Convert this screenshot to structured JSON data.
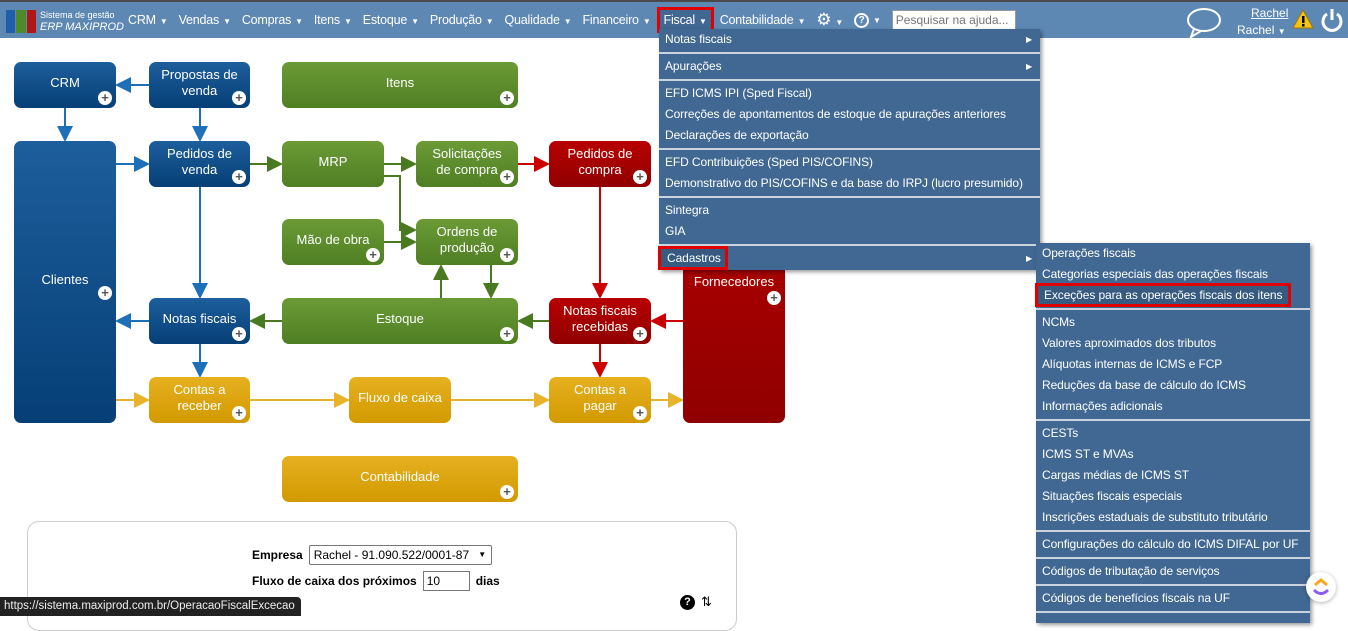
{
  "brand": {
    "line1": "Sistema de gestão",
    "line2": "ERP MAXIPROD"
  },
  "nav": [
    "CRM",
    "Vendas",
    "Compras",
    "Itens",
    "Estoque",
    "Produção",
    "Qualidade",
    "Financeiro",
    "Fiscal",
    "Contabilidade"
  ],
  "search_placeholder": "Pesquisar na ajuda...",
  "user": {
    "name": "Rachel",
    "company": "Rachel"
  },
  "fiscal_menu": [
    "Notas fiscais",
    "Apurações",
    "EFD ICMS IPI (Sped Fiscal)",
    "Correções de apontamentos de estoque de apurações anteriores",
    "Declarações de exportação",
    "EFD Contribuições (Sped PIS/COFINS)",
    "Demonstrativo do PIS/COFINS e da base do IRPJ (lucro presumido)",
    "Sintegra",
    "GIA",
    "Cadastros"
  ],
  "cadastros_menu": [
    "Operações fiscais",
    "Categorias especiais das operações fiscais",
    "Exceções para as operações fiscais dos itens",
    "NCMs",
    "Valores aproximados dos tributos",
    "Alíquotas internas de ICMS e FCP",
    "Reduções da base de cálculo do ICMS",
    "Informações adicionais",
    "CESTs",
    "ICMS ST e MVAs",
    "Cargas médias de ICMS ST",
    "Situações fiscais especiais",
    "Inscrições estaduais de substituto tributário",
    "Configurações do cálculo do ICMS DIFAL por UF",
    "Códigos de tributação de serviços",
    "Códigos de benefícios fiscais na UF"
  ],
  "diagram": {
    "crm": "CRM",
    "propostas": "Propostas de venda",
    "itens": "Itens",
    "clientes": "Clientes",
    "pedidos_venda": "Pedidos de venda",
    "mrp": "MRP",
    "solicitacoes": "Solicitações de compra",
    "pedidos_compra": "Pedidos de compra",
    "mao_obra": "Mão de obra",
    "ordens": "Ordens de produção",
    "fornecedores": "Fornecedores",
    "notas": "Notas fiscais",
    "estoque": "Estoque",
    "nf_recebidas": "Notas fiscais recebidas",
    "contas_receber": "Contas a receber",
    "fluxo": "Fluxo de caixa",
    "contas_pagar": "Contas a pagar",
    "contabilidade": "Contabilidade"
  },
  "panel": {
    "empresa_label": "Empresa",
    "empresa_value": "Rachel - 91.090.522/0001-87",
    "fluxo_label": "Fluxo de caixa dos próximos",
    "fluxo_value": "10",
    "dias": "dias"
  },
  "status_url": "https://sistema.maxiprod.com.br/OperacaoFiscalExcecao"
}
